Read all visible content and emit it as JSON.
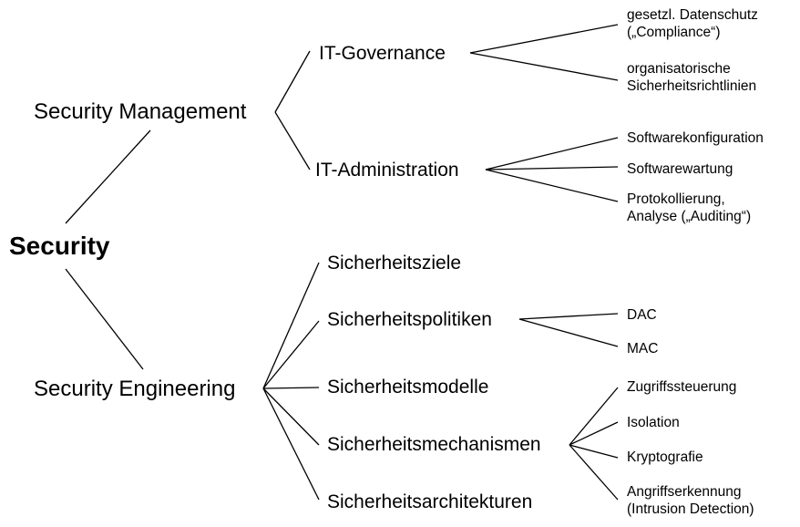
{
  "root": {
    "label": "Security"
  },
  "management": {
    "label": "Security Management",
    "governance": {
      "label": "IT-Governance",
      "items": [
        {
          "line1": "gesetzl. Datenschutz",
          "line2": "(„Compliance“)"
        },
        {
          "line1": "organisatorische",
          "line2": "Sicherheitsrichtlinien"
        }
      ]
    },
    "administration": {
      "label": "IT-Administration",
      "items": [
        {
          "line1": "Softwarekonfiguration"
        },
        {
          "line1": "Softwarewartung"
        },
        {
          "line1": "Protokollierung,",
          "line2": "Analyse („Auditing“)"
        }
      ]
    }
  },
  "engineering": {
    "label": "Security Engineering",
    "ziele": {
      "label": "Sicherheitsziele"
    },
    "politiken": {
      "label": "Sicherheitspolitiken",
      "items": [
        {
          "line1": "DAC"
        },
        {
          "line1": "MAC"
        }
      ]
    },
    "modelle": {
      "label": "Sicherheitsmodelle"
    },
    "mechanismen": {
      "label": "Sicherheitsmechanismen",
      "items": [
        {
          "line1": "Zugriffssteuerung"
        },
        {
          "line1": "Isolation"
        },
        {
          "line1": "Kryptografie"
        },
        {
          "line1": "Angriffserkennung",
          "line2": "(Intrusion Detection)"
        }
      ]
    },
    "architekturen": {
      "label": "Sicherheitsarchitekturen"
    }
  }
}
